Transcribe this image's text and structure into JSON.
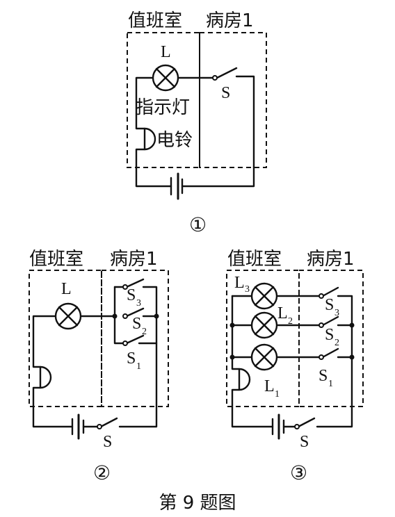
{
  "figure": {
    "caption": "第 9 题图"
  },
  "labels": {
    "duty_room": "值班室",
    "ward": "病房1"
  },
  "circuit1": {
    "number": "①",
    "lamp": "L",
    "lamp_name": "指示灯",
    "bell_name": "电铃",
    "switch": "S"
  },
  "circuit2": {
    "number": "②",
    "lamp": "L",
    "switch_main": "S",
    "switches": [
      {
        "letter": "S",
        "sub": "3"
      },
      {
        "letter": "S",
        "sub": "2"
      },
      {
        "letter": "S",
        "sub": "1"
      }
    ]
  },
  "circuit3": {
    "number": "③",
    "switch_main": "S",
    "lamps": [
      {
        "letter": "L",
        "sub": "3"
      },
      {
        "letter": "L",
        "sub": "2"
      },
      {
        "letter": "L",
        "sub": "1"
      }
    ],
    "switches": [
      {
        "letter": "S",
        "sub": "3"
      },
      {
        "letter": "S",
        "sub": "2"
      },
      {
        "letter": "S",
        "sub": "1"
      }
    ]
  }
}
